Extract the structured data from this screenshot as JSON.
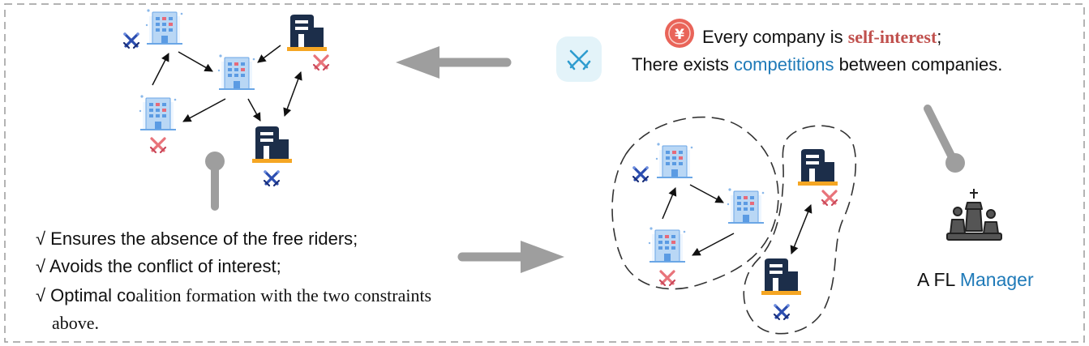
{
  "statement": {
    "line1_prefix": "Every company is ",
    "line1_highlight": "self-interest",
    "line1_suffix": ";",
    "line2_prefix": "There exists ",
    "line2_highlight": "competitions",
    "line2_suffix": " between companies."
  },
  "requirements": {
    "item1": "√ Ensures the absence of the free riders;",
    "item2": "√ Avoids the conflict of interest;",
    "item3_sans": "√ Optimal co",
    "item3_serif": "alition formation with the two constraints",
    "item3_cont": "above."
  },
  "manager": {
    "prefix": "A FL ",
    "highlight": "Manager"
  },
  "colors": {
    "highlight_red": "#c0504d",
    "highlight_blue": "#1f7ab8",
    "dark_building": "#1c2e4a",
    "light_building": "#a9cdf0",
    "arrow_gray": "#9e9e9e",
    "sword_red": "#e8737a",
    "sword_blue": "#2b4db0"
  },
  "icons": [
    "yen-coin-icon",
    "crossed-swords-icon",
    "chess-pieces-icon",
    "office-building-icon",
    "dark-office-building-icon"
  ]
}
